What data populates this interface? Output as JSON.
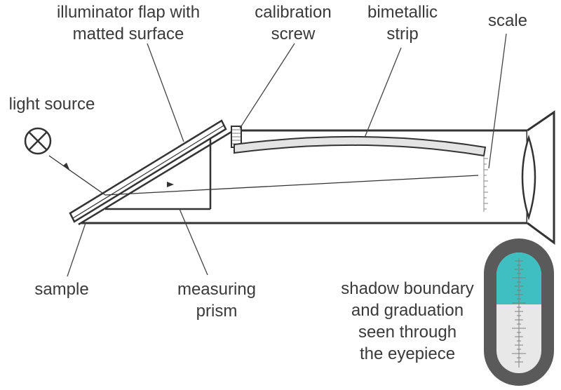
{
  "labels": {
    "illuminator_flap": [
      "illuminator flap with",
      "matted surface"
    ],
    "calibration_screw": [
      "calibration",
      "screw"
    ],
    "bimetallic_strip": [
      "bimetallic",
      "strip"
    ],
    "scale": [
      "scale"
    ],
    "light_source": [
      "light source"
    ],
    "sample": [
      "sample"
    ],
    "measuring_prism": [
      "measuring",
      "prism"
    ],
    "eyepiece_view": [
      "shadow boundary",
      "and graduation",
      "seen through",
      "the eyepiece"
    ]
  },
  "colors": {
    "line": "#333333",
    "leader": "#444444",
    "text": "#3a3a3a",
    "strip_fill": "#e4e4e4",
    "eyepiece_frame": "#5a5a5a",
    "eyepiece_light": "#e8e8e8",
    "shadow_teal": "#3fbfbf",
    "scale_marks": "#9a9a9a"
  },
  "icons": {
    "light_source": "circle-with-cross-icon"
  }
}
